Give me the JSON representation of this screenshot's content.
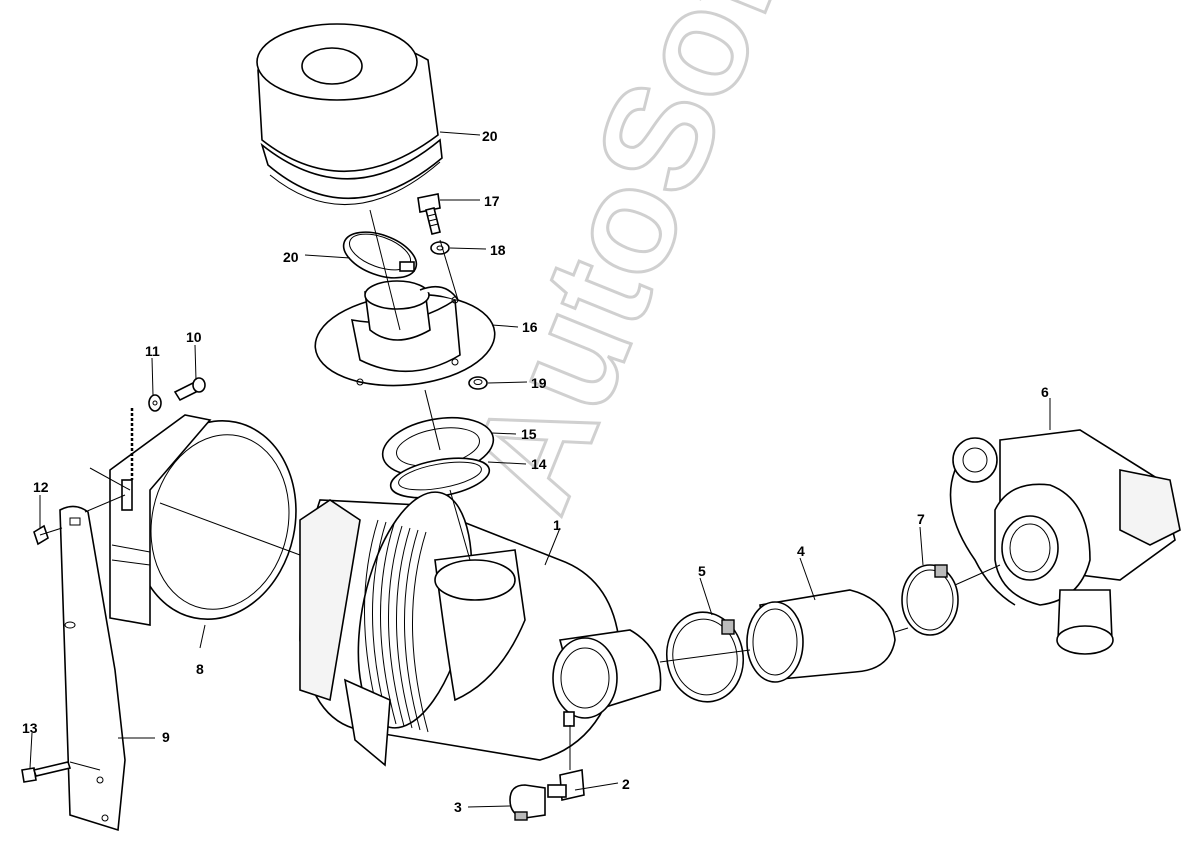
{
  "watermark": "AutoSoft",
  "callouts": [
    {
      "id": "c1",
      "text": "1"
    },
    {
      "id": "c2",
      "text": "2"
    },
    {
      "id": "c3",
      "text": "3"
    },
    {
      "id": "c4",
      "text": "4"
    },
    {
      "id": "c5",
      "text": "5"
    },
    {
      "id": "c6",
      "text": "6"
    },
    {
      "id": "c7",
      "text": "7"
    },
    {
      "id": "c8",
      "text": "8"
    },
    {
      "id": "c9",
      "text": "9"
    },
    {
      "id": "c10",
      "text": "10"
    },
    {
      "id": "c11",
      "text": "11"
    },
    {
      "id": "c12",
      "text": "12"
    },
    {
      "id": "c13",
      "text": "13"
    },
    {
      "id": "c14",
      "text": "14"
    },
    {
      "id": "c15",
      "text": "15"
    },
    {
      "id": "c16",
      "text": "16"
    },
    {
      "id": "c17",
      "text": "17"
    },
    {
      "id": "c18",
      "text": "18"
    },
    {
      "id": "c19",
      "text": "19"
    },
    {
      "id": "c20a",
      "text": "20"
    },
    {
      "id": "c20b",
      "text": "20"
    }
  ]
}
